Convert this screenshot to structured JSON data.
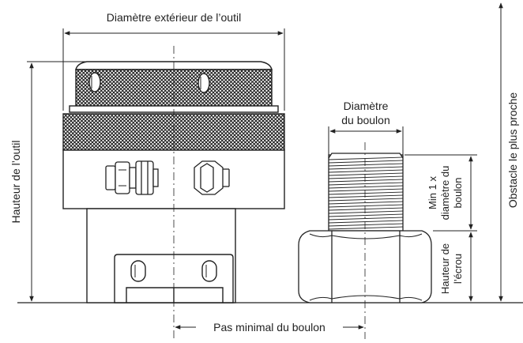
{
  "labels": {
    "tool_outer_diameter": "Diamètre extérieur de l’outil",
    "bolt_diameter_line1": "Diamètre",
    "bolt_diameter_line2": "du boulon",
    "tool_height": "Hauteur de l’outil",
    "nearest_obstacle": "Obstacle le plus proche",
    "min_diameter_line1": "Min 1 x",
    "min_diameter_line2": "diamètre du",
    "min_diameter_line3": "boulon",
    "nut_height_line1": "Hauteur de",
    "nut_height_line2": "l’écrou",
    "min_bolt_pitch": "Pas minimal du boulon"
  },
  "colors": {
    "line": "#222222",
    "knurl": "#1a1a1a",
    "background": "#ffffff"
  }
}
